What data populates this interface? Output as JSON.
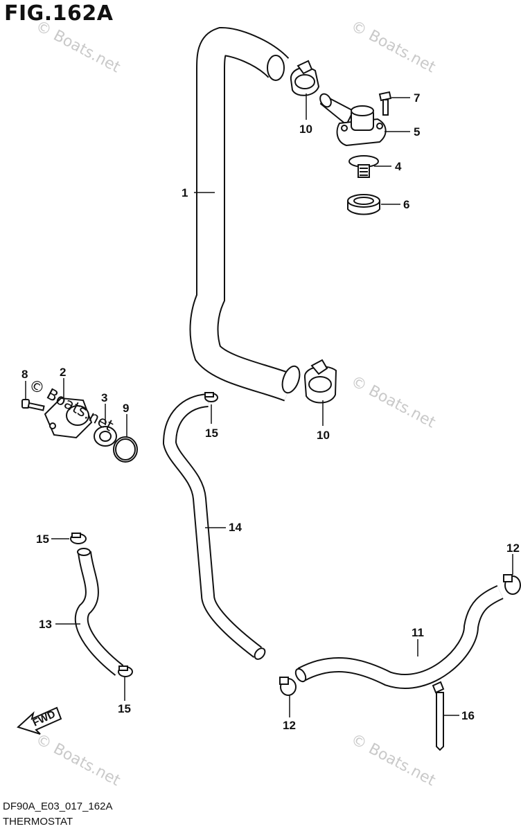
{
  "figure": {
    "title": "FIG.162A"
  },
  "callouts": [
    "1",
    "2",
    "3",
    "4",
    "5",
    "6",
    "7",
    "8",
    "9",
    "10",
    "10",
    "11",
    "12",
    "12",
    "13",
    "14",
    "15",
    "15",
    "15",
    "16"
  ],
  "watermarks": [
    "© Boats.net",
    "© Boats.net",
    "© Boats.net",
    "© Boats.net",
    "© Boats.net",
    "© Boats.net"
  ],
  "fwd_label": "FWD",
  "footer": {
    "code": "DF90A_E03_017_162A",
    "name": "THERMOSTAT"
  }
}
